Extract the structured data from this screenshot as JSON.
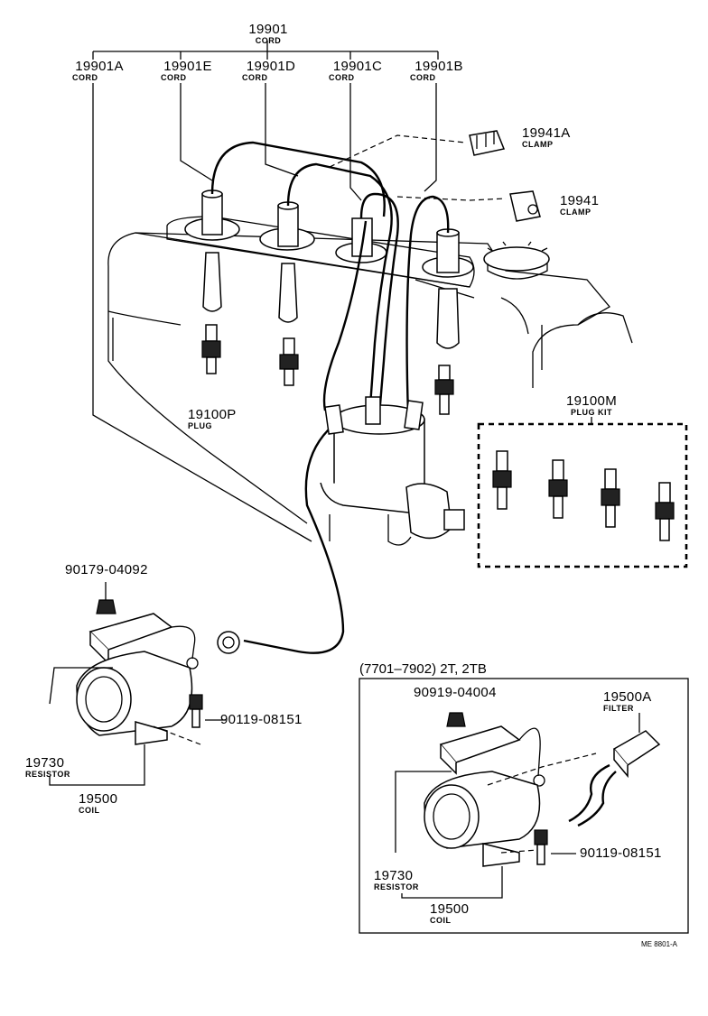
{
  "labels": {
    "cord_main": {
      "pn": "19901",
      "name": "CORD"
    },
    "cord_a": {
      "pn": "19901A",
      "name": "CORD"
    },
    "cord_e": {
      "pn": "19901E",
      "name": "CORD"
    },
    "cord_d": {
      "pn": "19901D",
      "name": "CORD"
    },
    "cord_c": {
      "pn": "19901C",
      "name": "CORD"
    },
    "cord_b": {
      "pn": "19901B",
      "name": "CORD"
    },
    "clamp_a": {
      "pn": "19941A",
      "name": "CLAMP"
    },
    "clamp": {
      "pn": "19941",
      "name": "CLAMP"
    },
    "plug": {
      "pn": "19100P",
      "name": "PLUG"
    },
    "plug_kit": {
      "pn": "19100M",
      "name": "PLUG KIT"
    },
    "nut_left": {
      "pn": "90179-04092"
    },
    "bolt_left": {
      "pn": "90119-08151"
    },
    "resistor_left": {
      "pn": "19730",
      "name": "RESISTOR"
    },
    "coil_left": {
      "pn": "19500",
      "name": "COIL"
    },
    "nut_right": {
      "pn": "90919-04004"
    },
    "filter": {
      "pn": "19500A",
      "name": "FILTER"
    },
    "bolt_right": {
      "pn": "90119-08151"
    },
    "resistor_right": {
      "pn": "19730",
      "name": "RESISTOR"
    },
    "coil_right": {
      "pn": "19500",
      "name": "COIL"
    }
  },
  "inset_header": "(7701–7902) 2T, 2TB",
  "diagram_code": "ME 8801-A"
}
